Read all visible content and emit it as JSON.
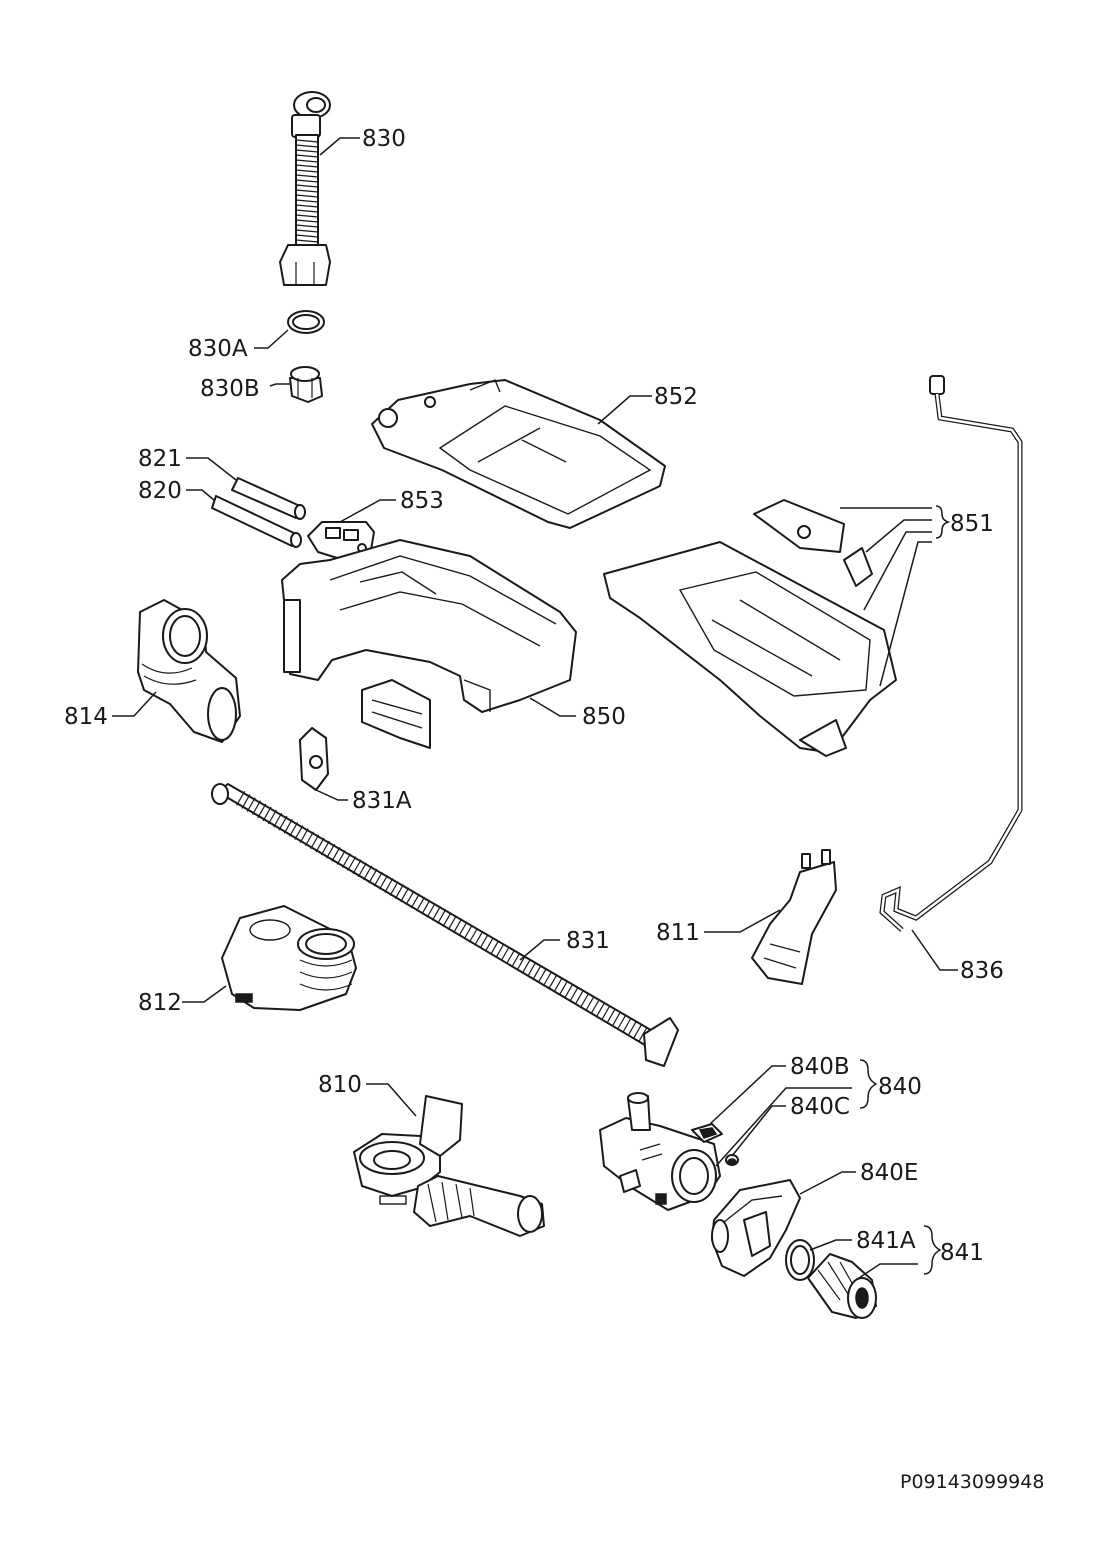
{
  "callouts": {
    "p830": "830",
    "p830A": "830A",
    "p830B": "830B",
    "p852": "852",
    "p821": "821",
    "p820": "820",
    "p853": "853",
    "p851": "851",
    "p814": "814",
    "p850": "850",
    "p831A": "831A",
    "p811": "811",
    "p831": "831",
    "p812": "812",
    "p836": "836",
    "p810": "810",
    "p840B": "840B",
    "p840": "840",
    "p840C": "840C",
    "p840E": "840E",
    "p841A": "841A",
    "p841": "841"
  },
  "document_id": "P09143099948"
}
